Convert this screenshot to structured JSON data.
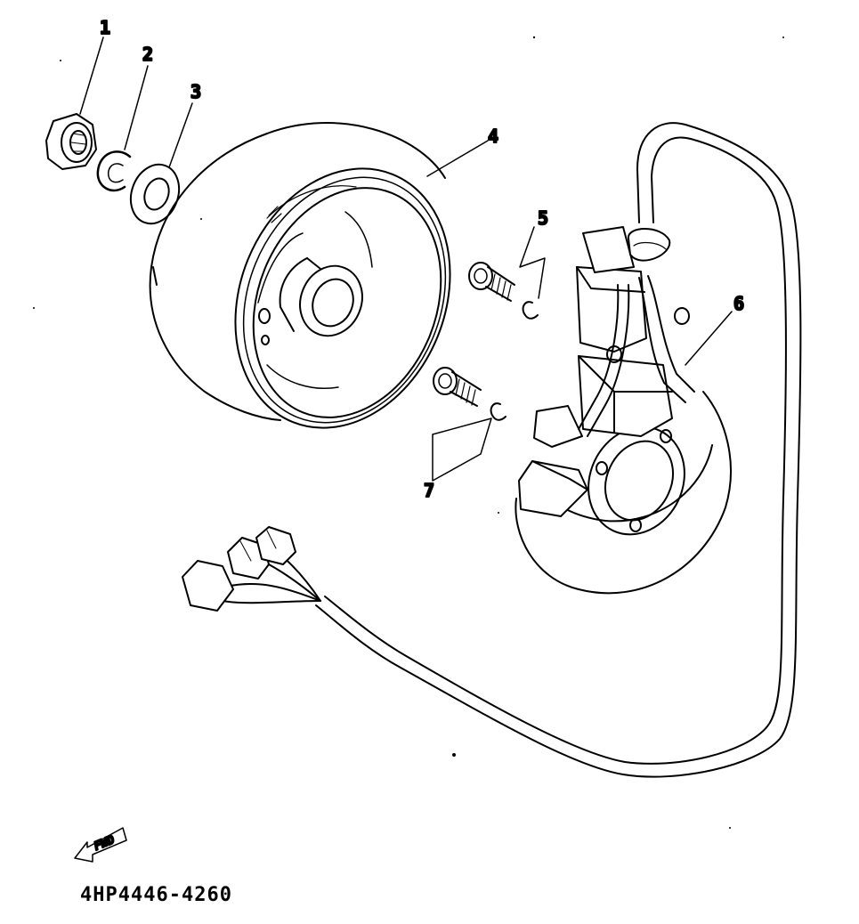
{
  "diagram": {
    "callouts": [
      {
        "id": "1",
        "label": "1"
      },
      {
        "id": "2",
        "label": "2"
      },
      {
        "id": "3",
        "label": "3"
      },
      {
        "id": "4",
        "label": "4"
      },
      {
        "id": "5",
        "label": "5"
      },
      {
        "id": "6",
        "label": "6"
      },
      {
        "id": "7",
        "label": "7"
      }
    ],
    "fwd_label": "FWD",
    "drawing_code": "4HP4446-4260"
  },
  "colors": {
    "line": "#000000",
    "background": "#ffffff"
  }
}
